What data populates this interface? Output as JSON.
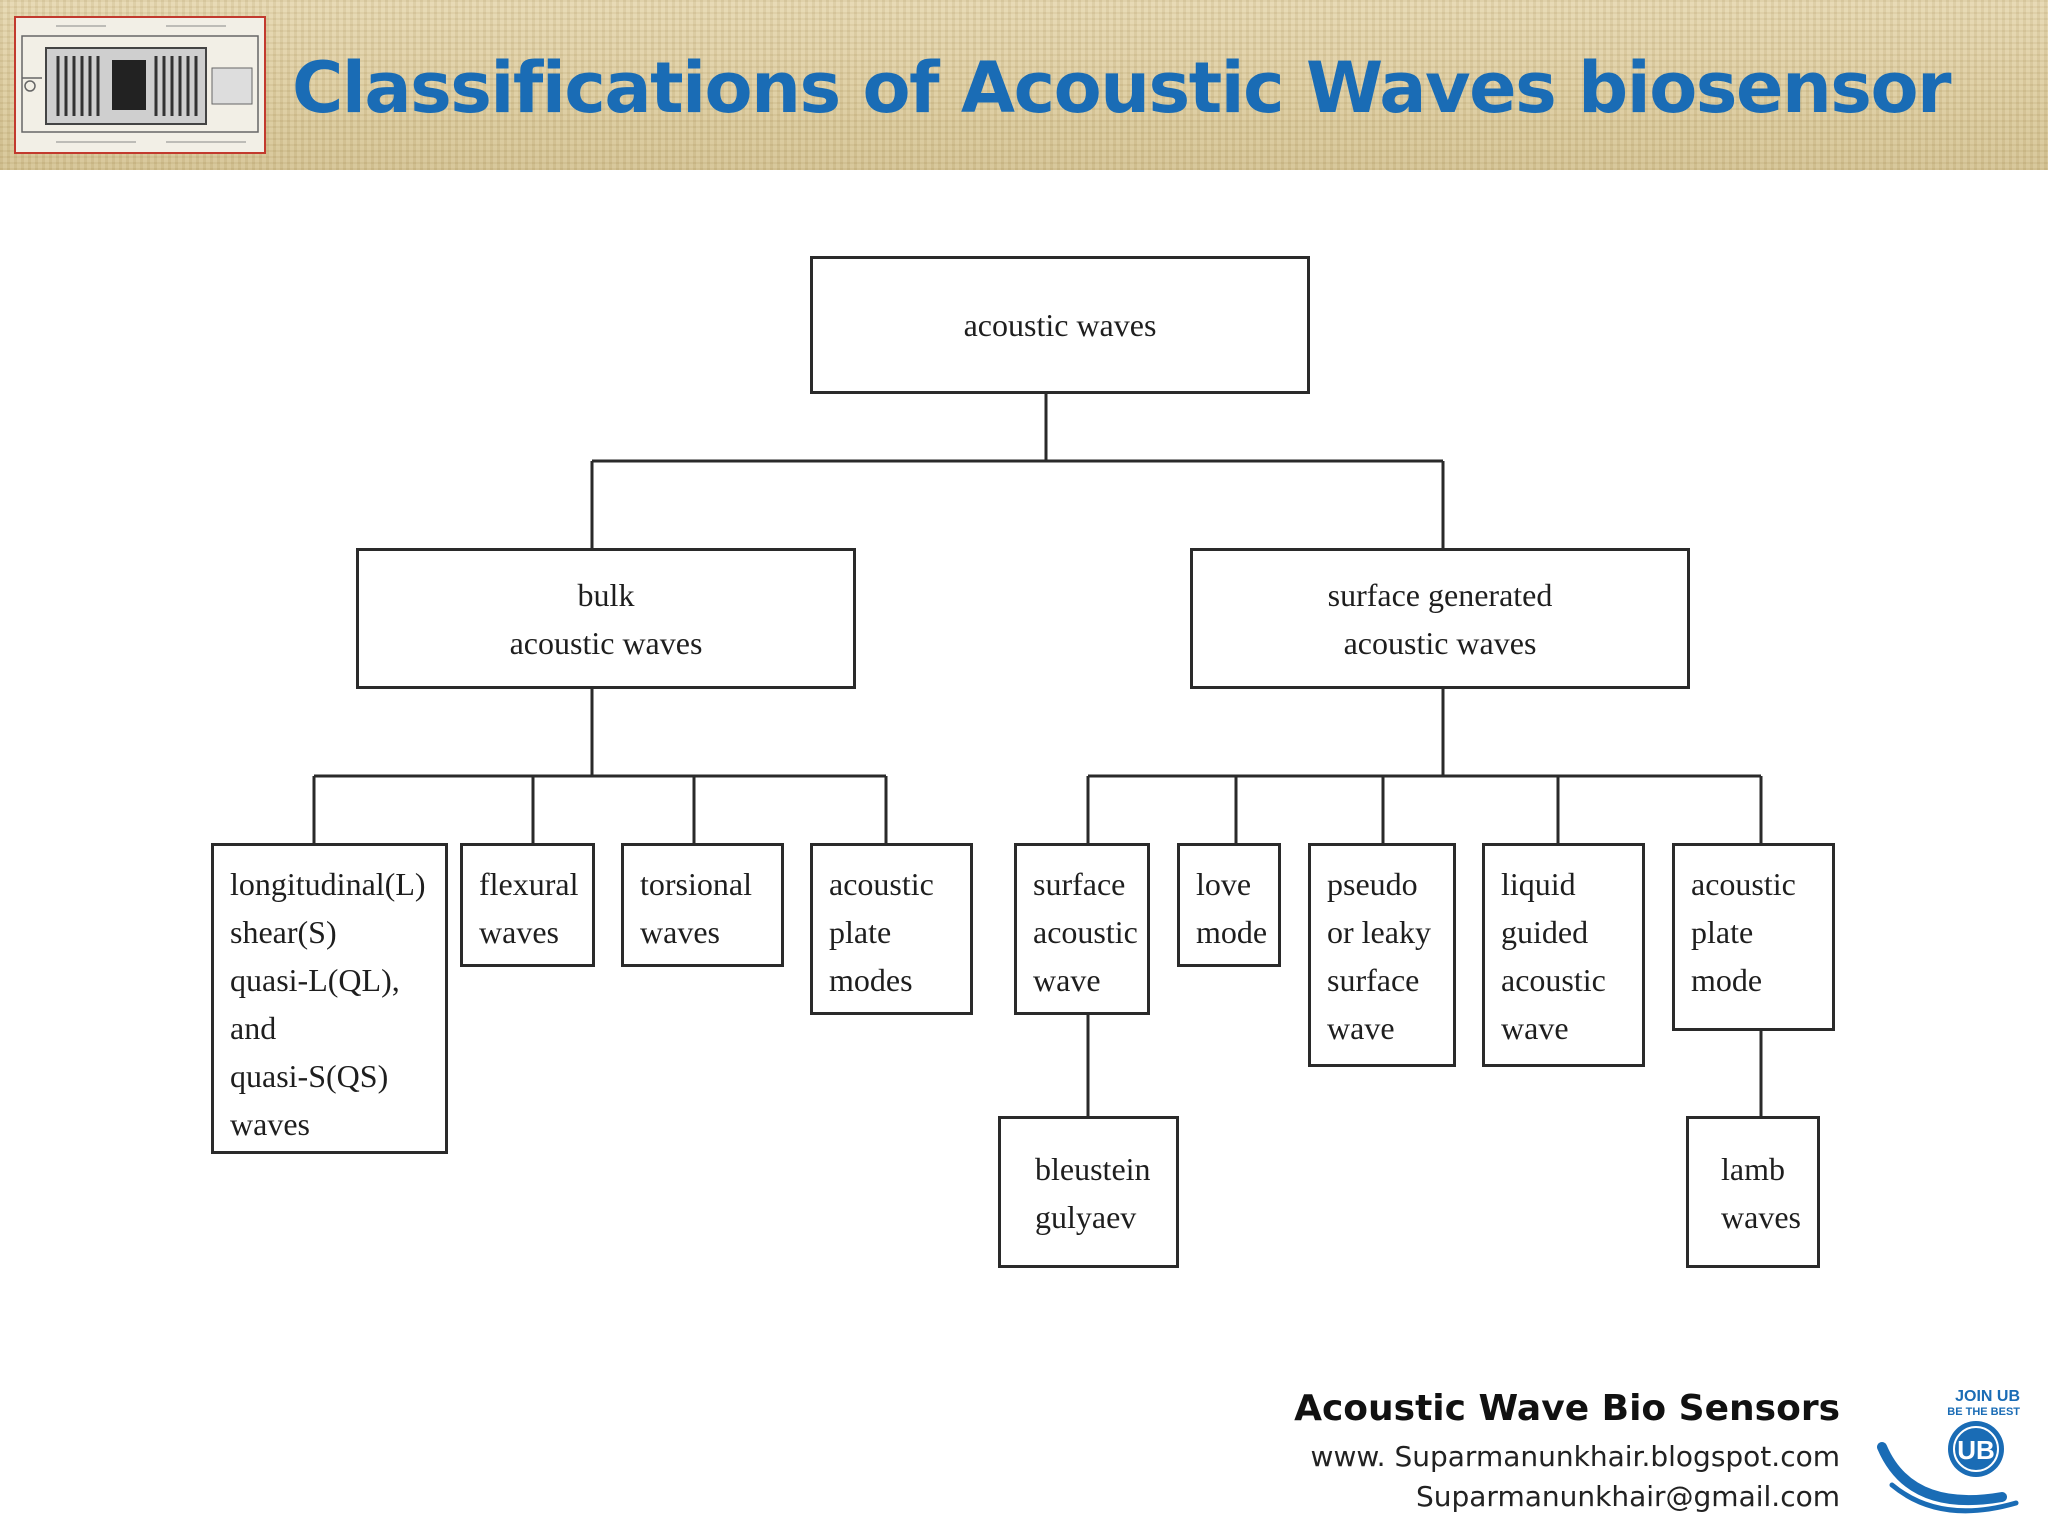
{
  "header": {
    "title": "Classifications of Acoustic Waves biosensor",
    "thumbnail_icon": "sensor-device-illustration"
  },
  "diagram": {
    "root": "acoustic waves",
    "bulk": {
      "label": "bulk\nacoustic waves",
      "children": [
        "longitudinal(L)\nshear(S)\nquasi-L(QL),\nand\nquasi-S(QS)\nwaves",
        "flexural\nwaves",
        "torsional\nwaves",
        "acoustic\nplate\nmodes"
      ]
    },
    "surface": {
      "label": "surface generated\nacoustic waves",
      "children": [
        "surface\nacoustic\nwave",
        "love\nmode",
        "pseudo\nor leaky\nsurface\nwave",
        "liquid\nguided\nacoustic\nwave",
        "acoustic\nplate\nmode"
      ],
      "saw_child": "bleustein\ngulyaev",
      "apm_child": "lamb\nwaves"
    }
  },
  "footer": {
    "title": "Acoustic Wave Bio Sensors",
    "website": "www. Suparmanunkhair.blogspot.com",
    "email": "Suparmanunkhair@gmail.com",
    "logo_icon": "ub-university-logo",
    "logo_text_top": "JOIN UB",
    "logo_text_mid": "BE THE BEST",
    "logo_text_center": "UB"
  },
  "colors": {
    "title_blue": "#1a6cb5",
    "thumb_border": "#c23a2e",
    "header_bg": "#dccb9c"
  }
}
